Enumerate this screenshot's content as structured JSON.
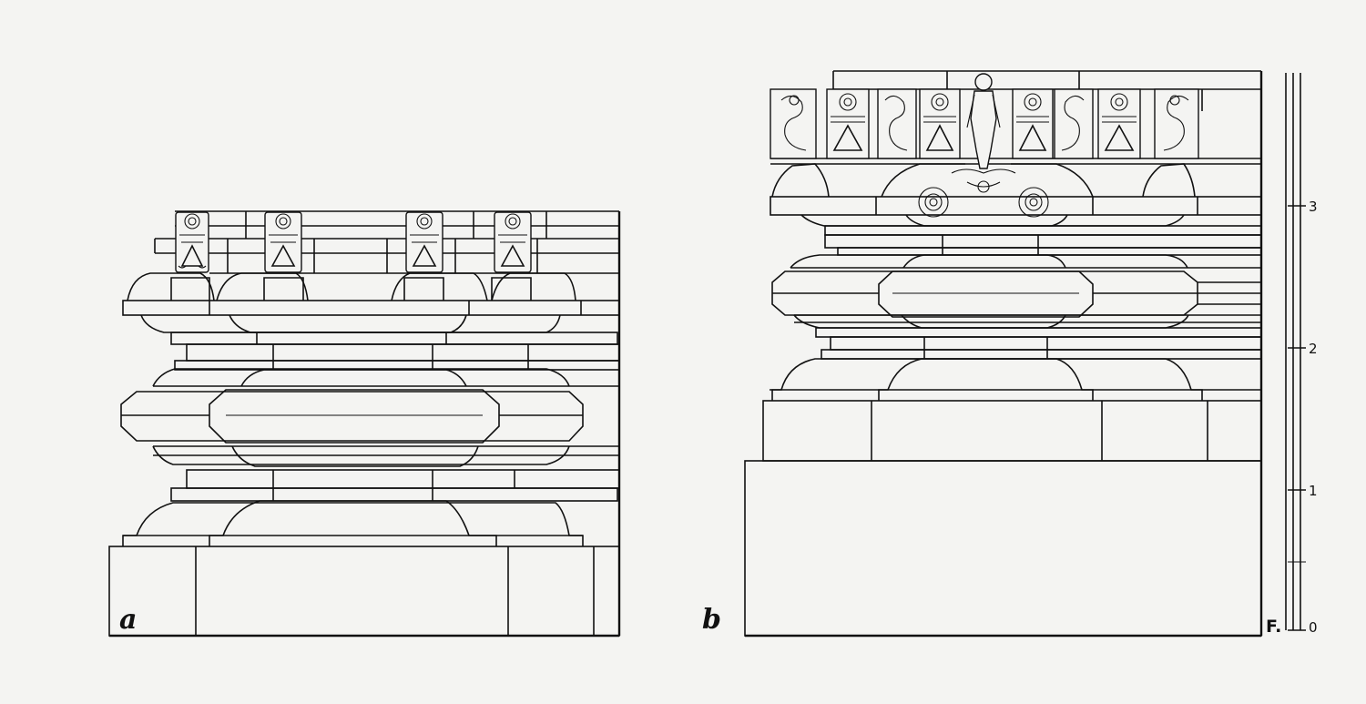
{
  "figure": {
    "panel_a_label": "a",
    "panel_b_label": "b",
    "scale": {
      "ticks": [
        "0",
        "1",
        "2",
        "3"
      ],
      "figure_mark": "F."
    }
  }
}
